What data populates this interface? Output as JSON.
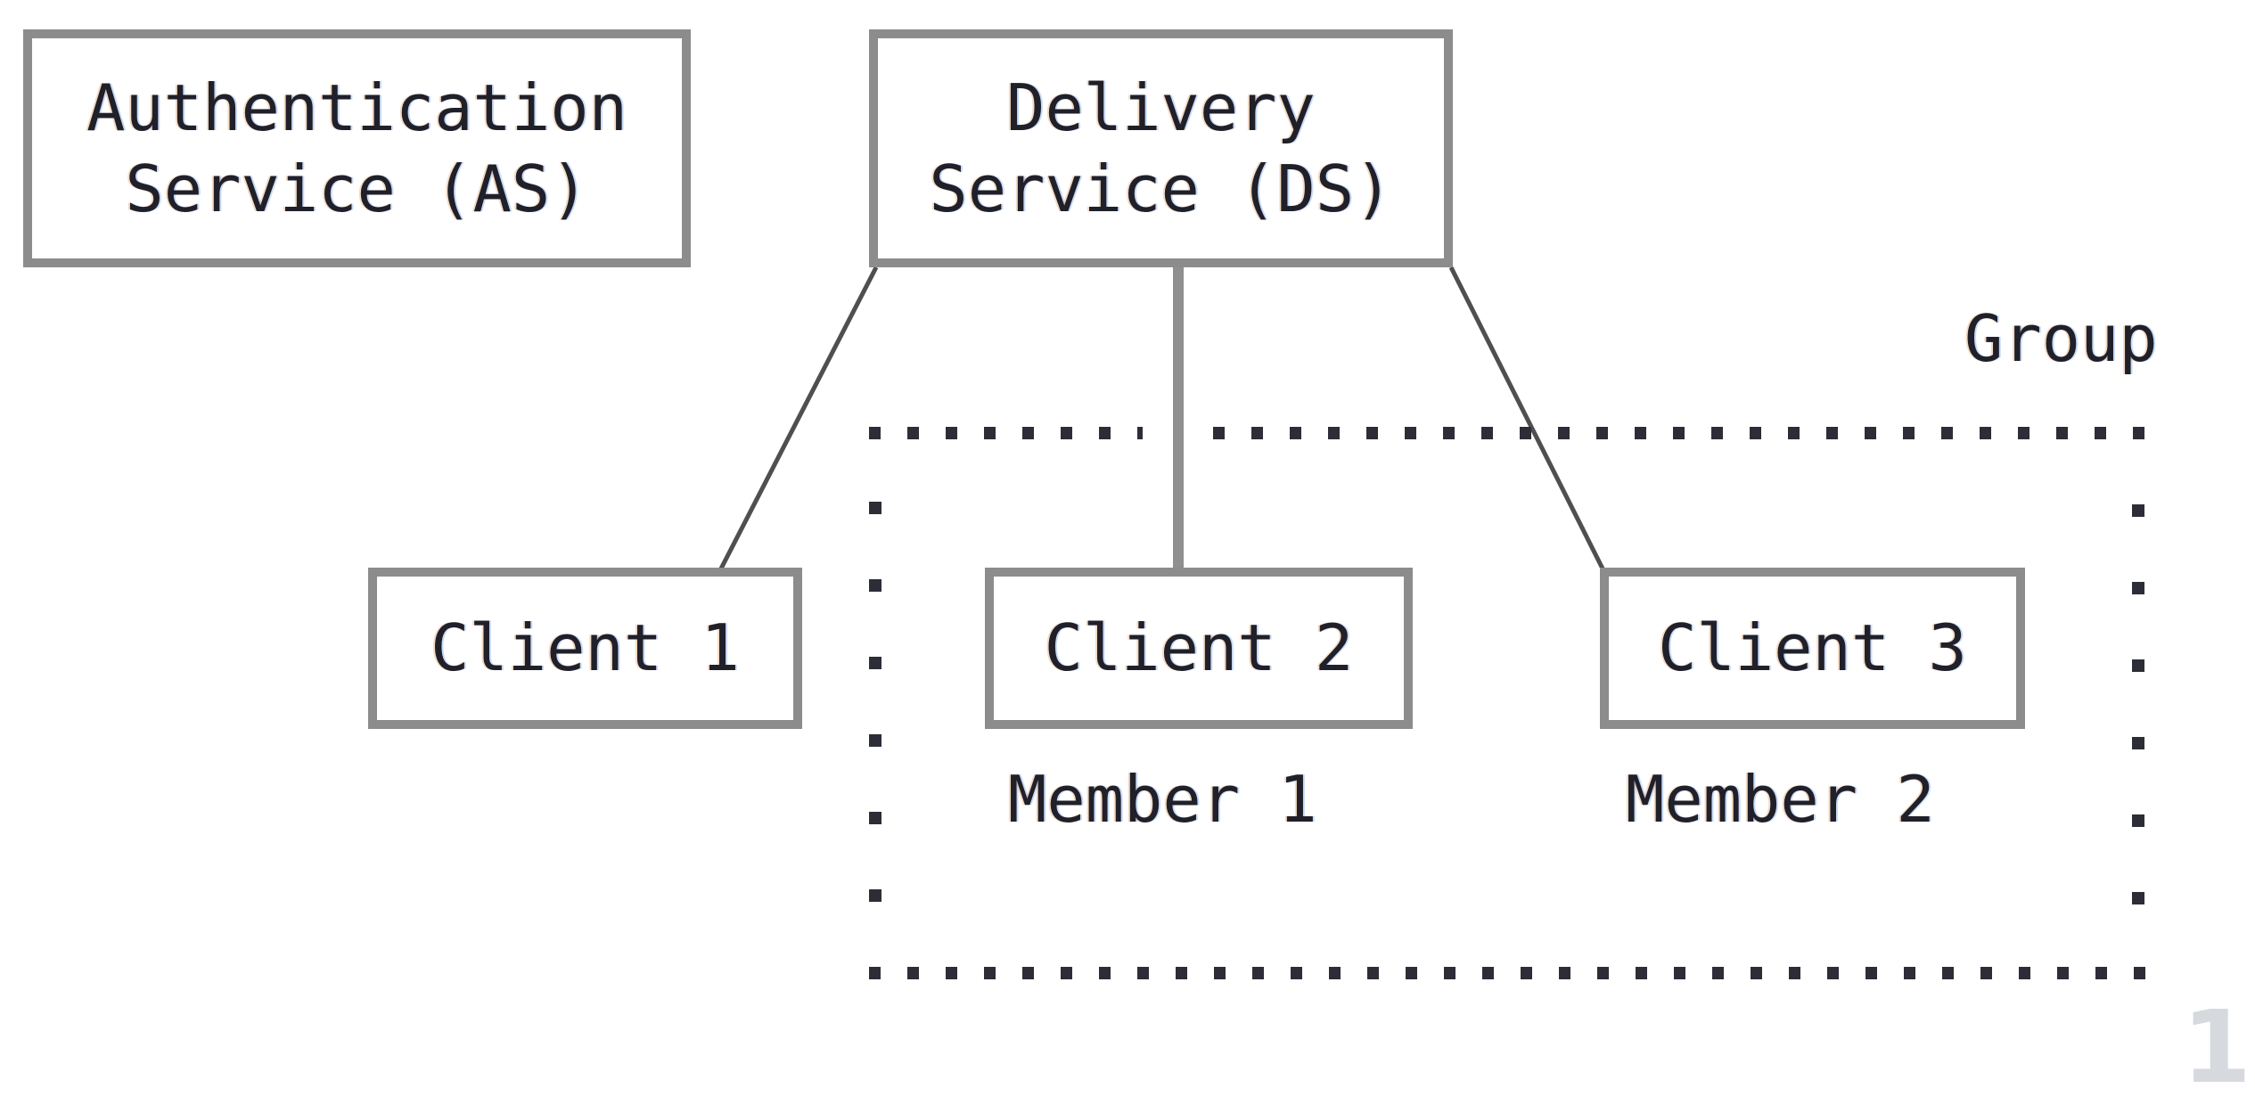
{
  "diagram": {
    "nodes": {
      "authentication_service": {
        "line1": "Authentication",
        "line2": "Service (AS)"
      },
      "delivery_service": {
        "line1": "Delivery",
        "line2": "Service (DS)"
      },
      "client1": {
        "label": "Client 1"
      },
      "client2": {
        "label": "Client 2"
      },
      "client3": {
        "label": "Client 3"
      }
    },
    "annotations": {
      "group_label": "Group",
      "member1": "Member 1",
      "member2": "Member 2"
    },
    "watermark": "1",
    "colors": {
      "box_border": "#8c8c8c",
      "connector": "#4f4f4f",
      "connector_v": "#8f8f8f",
      "text": "#20202a",
      "dots": "#2d2d38",
      "watermark": "#d6d9de"
    }
  }
}
